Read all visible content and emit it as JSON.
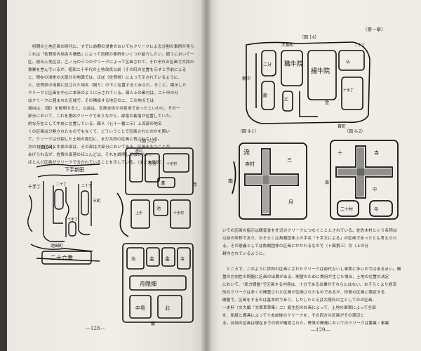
{
  "left_page": {
    "paragraph_lines": [
      "　初期の土地区画の時代に、すでに前期の浸食のおいてもクリークによる分割の事例が見られる。",
      "これは「佐賀県内地名の構造」によって同様の事例をいくつか紹介したい。図１において一",
      "区、総合入地区は、乙ノ元の三つのクリークによって区画されて、それぞれの区画で共同の",
      "漁業を営んでいるが、昭和二十年代の土地改良以前（その町の位置を示すと手前による",
      "と、現在の浸食の大部分の地図では、ほぼ（佐賀県）によって示されているように、",
      "上、佐賀県の地図に記された地名（図５）の下に位置するとみられ、そこに、図示した",
      "クリークと区画を中心に本来のように示されている。図Ａ上の都付は、二十甲の分",
      "はクリークに囲まれた区域で、その隣接する地区の二、三の地点では",
      "域内は、（図）を説明すると、以前は、区画全体が共有地であったといわれ、その一",
      "部分において、これを第四クリークでありながら、部落の集落が位置していた。",
      "的な存在として中央に位置している。図Ａ（七十一番に示）上流部の地名",
      "くの区画は分割されたものでもなくて、どういうことで区画されたのかを問い",
      "て、クリークは分割した土地の周辺に、まだ共同の区画に残されている。",
      "次の北の区画と中原の部は、その部は大部分においてある。区画をもつことが",
      "あげられるが、佐賀の部落のほとんどは、それを説明してはいない。",
      "ほとんど区画がクリークで分かれていることを示している。（まだ未確認）"
    ],
    "figure_label": "（図 5-1）",
    "map_labels": {
      "a": "下手新田",
      "b": "十手丁",
      "c": "二十丁",
      "d": "二十丁",
      "e": "三町",
      "f": "池田町",
      "g": "二十六番",
      "h": "十手丁"
    },
    "figure_b_label": "（図 5-2）",
    "map2_labels": {
      "a": "居村",
      "b": "寺分",
      "c": "十手村",
      "d": "溝",
      "e": "池",
      "f": "十手村",
      "g": "上手",
      "h": "寺",
      "i": "金",
      "j": "金",
      "k": "池",
      "l": "寺",
      "m": "舟隠畑",
      "n": "中島",
      "o": "北",
      "p": "龍"
    },
    "page_number": "―128―"
  },
  "right_page": {
    "chapter_label": "〈第一章〉",
    "figure_top_label": "（図 14）",
    "top_map_labels": {
      "a": "大坂町",
      "b": "新中",
      "c": "二分",
      "d": "職牛院",
      "e": "揚牛院",
      "f": "乙",
      "g": "金",
      "h": "十手丁",
      "i": "龍",
      "j": "仏",
      "k": "二十丁",
      "l": "首町"
    },
    "figure_mid_left_label": "（図 4-1）",
    "figure_mid_right_label": "（図 4-2）",
    "mid_left_map_labels": {
      "a": "流",
      "b": "寺村",
      "c": "三",
      "d": "月",
      "e": "南"
    },
    "mid_right_map_labels": {
      "a": "十",
      "b": "寺",
      "c": "中",
      "d": "二十村",
      "e": "南",
      "f": "寺"
    },
    "paragraph_lines": [
      "いての区画の指示は観音堂を外辺のクリークにつなぐこととされている。佐佐木村という名称は",
      "以前の呼称であり、おそらくは魚類団体上の字名「十字文による」の区画であったとも考えられ",
      "る。その意義としては魚類団体の区画にかかわるもので（ト図第三）次（上の分",
      "耕作されているように。",
      "",
      "　ところで、このように評判の区画にされたクリークは前代ないし事実に多いのではあるまい。開",
      "墾の方向性の問題に区画の出費がある。開墾のために費用が生じた場合、土地の位置の決定",
      "において、\"民力問題\"で区画する内容は、十分である出費がそれらにはない。おそらくより経済",
      "的なクリークは多くの開墾された区画が区画されたものであるが、形態の区画に限定する",
      "開墾で、区画をするのは基本的であり、しかしたとえば大隈氏の主としてのの区画、",
      "一史料（文大編『文章草草集』二）統生記の計画によって、土地の面積によって全部",
      "を、和紙と農具によって十本前後のクリークを、その四方の区画がその周辺と",
      "る。台地の区画は現在までの例が確認された。野見の開発においてのクリークは農業・事業"
    ],
    "page_number": "―129―"
  }
}
